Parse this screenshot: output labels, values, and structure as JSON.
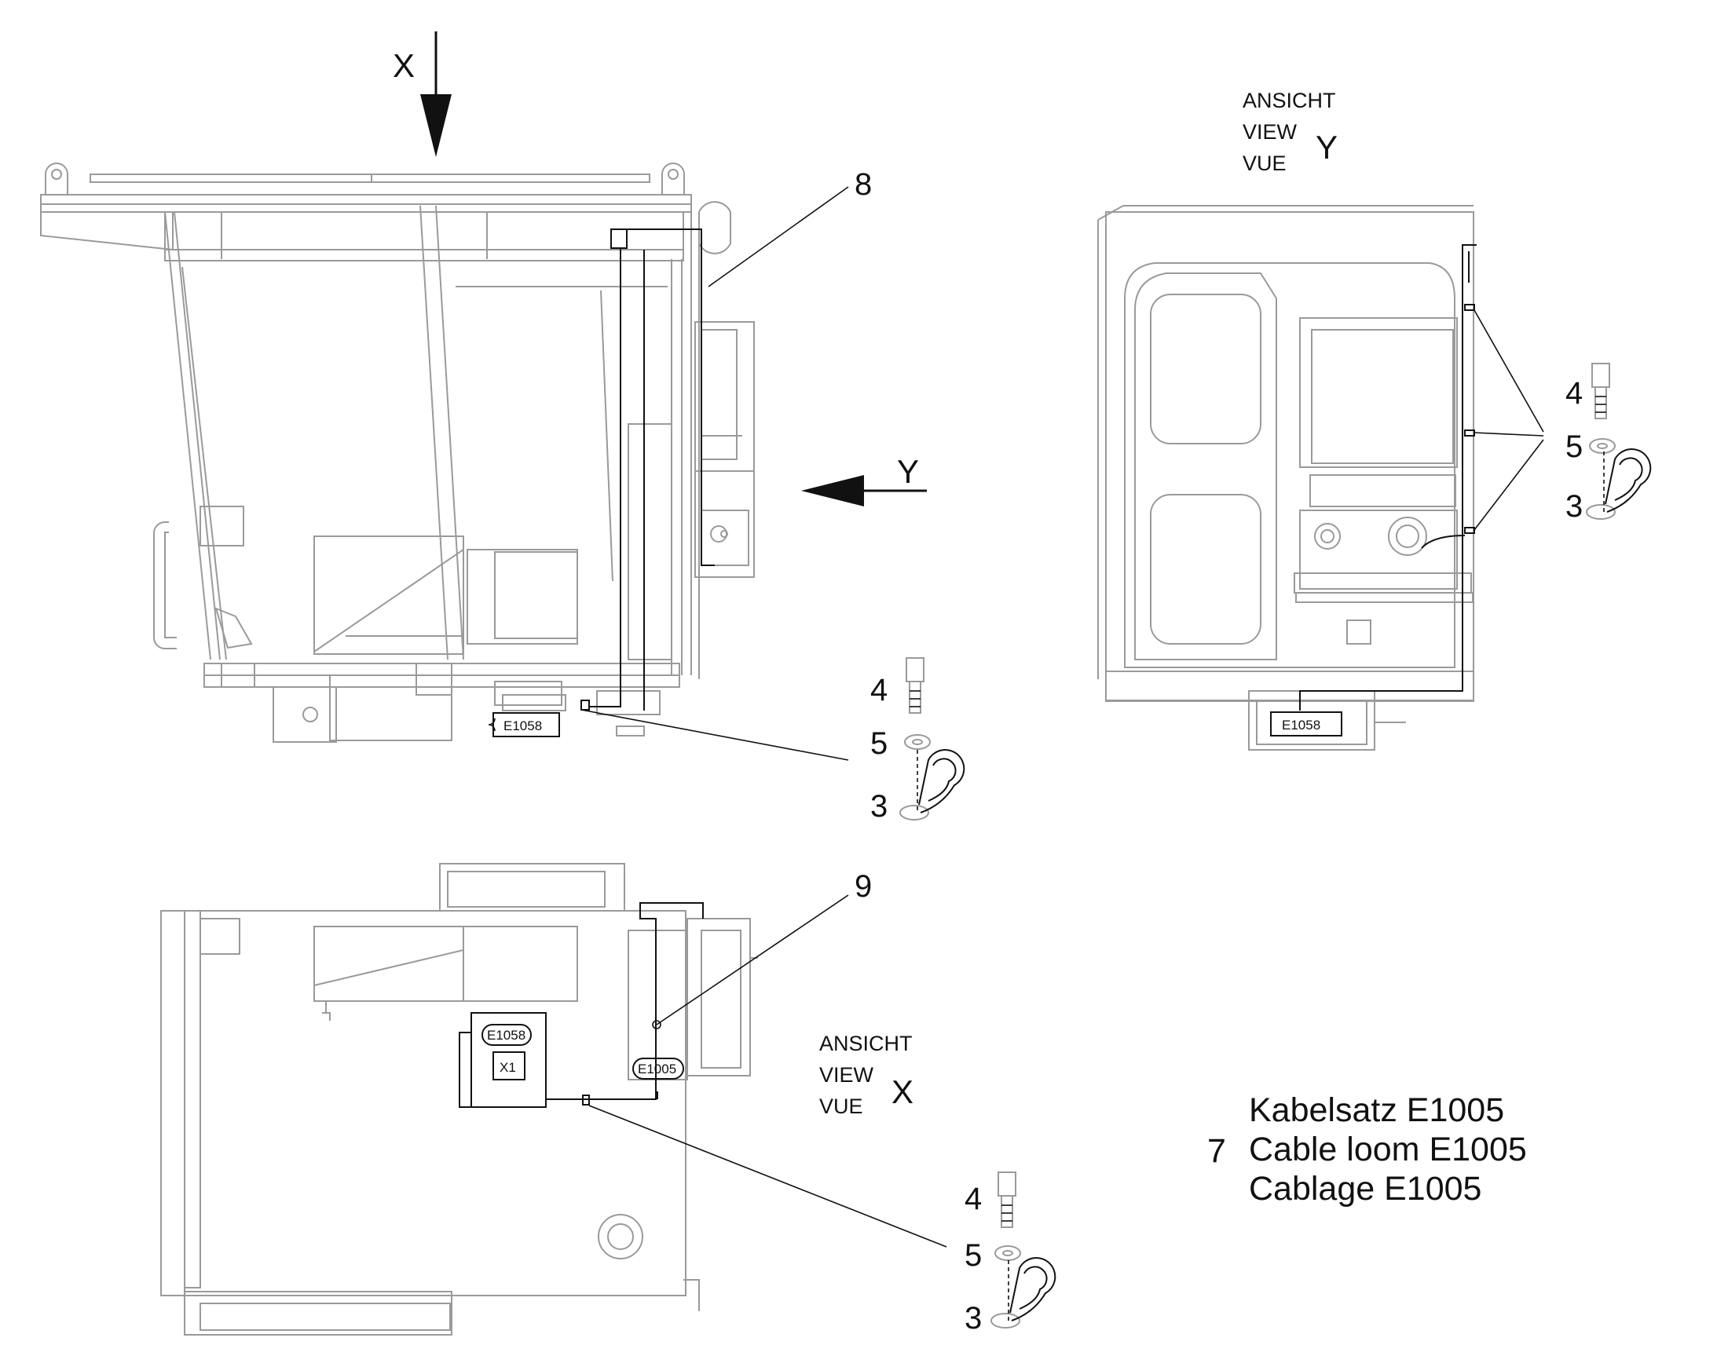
{
  "view_arrows": {
    "x": "X",
    "y": "Y"
  },
  "view_labels": {
    "y": {
      "line1": "ANSICHT",
      "line2": "VIEW",
      "line3": "VUE",
      "letter": "Y"
    },
    "x": {
      "line1": "ANSICHT",
      "line2": "VIEW",
      "line3": "VUE",
      "letter": "X"
    }
  },
  "callouts": {
    "cable_route_side": "8",
    "cable_route_top": "9"
  },
  "parts": {
    "screw": "4",
    "washer": "5",
    "clamp": "3"
  },
  "connectors": {
    "e1058": "E1058",
    "e1005": "E1005",
    "x1": "X1"
  },
  "title_block": {
    "item": "7",
    "line_de": "Kabelsatz E1005",
    "line_en": "Cable loom E1005",
    "line_fr": "Cablage E1005"
  }
}
